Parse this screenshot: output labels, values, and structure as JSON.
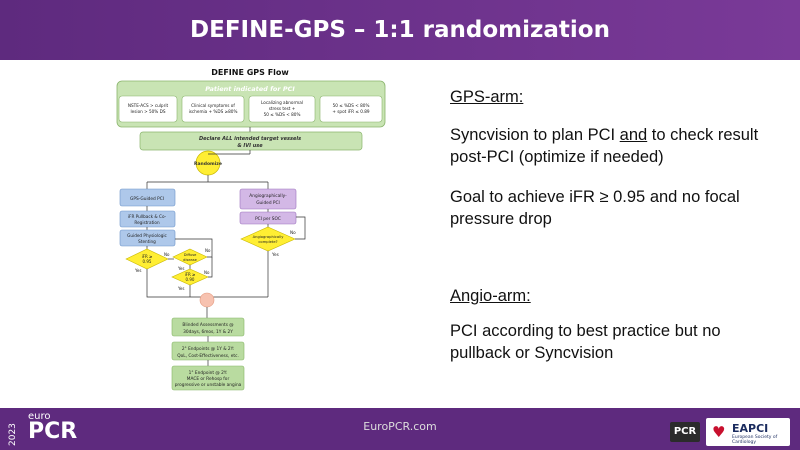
{
  "slide": {
    "title": "DEFINE-GPS – 1:1 randomization"
  },
  "flow": {
    "title": "DEFINE GPS Flow",
    "patient": "Patient indicated for PCI",
    "crit1": [
      "NSTE-ACS > culprit",
      "lesion > 50% DS"
    ],
    "crit2": [
      "Clinical symptoms of",
      "ischemia + %DS ≥80%"
    ],
    "crit3": [
      "Localizing abnormal",
      "stress test +",
      "50 ≤ %DS < 80%"
    ],
    "crit4": [
      "50 ≤ %DS < 80%",
      "+ spot iFR ≤ 0.89"
    ],
    "declare": [
      "Declare ALL intended target vessels",
      "& IVI use"
    ],
    "randomize": "Randomize",
    "gps_arm": "GPS-Guided PCI",
    "angio_arm": [
      "Angiographically-",
      "Guided PCI"
    ],
    "ifr_pullback": [
      "iFR Pullback & Co-",
      "Registration"
    ],
    "pci_soc": "PCI per SOC",
    "guided_stenting": [
      "Guided Physiologic",
      "Stenting"
    ],
    "angio_complete": [
      "Angiographically",
      "complete?"
    ],
    "ifr1": [
      "iFR ≥",
      "0.95"
    ],
    "diffuse": [
      "Diffuse",
      "disease"
    ],
    "ifr2": [
      "iFR ≥",
      "0.90"
    ],
    "yes": "Yes",
    "no": "No",
    "blinded": [
      "Blinded Assessments @",
      "30days, 6mos, 1Y & 2Y"
    ],
    "secondary": [
      "2° Endpoints @ 1Y & 2Y:",
      "QoL, Cost-Effectiveness, etc."
    ],
    "primary": [
      "1° Endpoint @ 2Y:",
      "MACE or Rehosp for",
      "progressive or unstable angina"
    ]
  },
  "text": {
    "gps_heading": "GPS-arm:",
    "gps_line1": "Syncvision to plan PCI ",
    "gps_and": "and",
    "gps_line1b": " to check result",
    "gps_line2": "post-PCI (optimize if needed)",
    "goal_line1": "Goal to achieve iFR ≥ 0.95 and no focal",
    "goal_line2": "pressure drop",
    "angio_heading": "Angio-arm:",
    "angio_line1": "PCI according to best practice but no",
    "angio_line2": "pullback or Syncvision"
  },
  "footer": {
    "url": "EuroPCR.com",
    "year": "2023",
    "euro": "euro",
    "pcr": "PCR",
    "pcr_badge": "PCR",
    "eapci": "EAPCI",
    "eapci_sub": "European Society of Cardiology"
  },
  "colors": {
    "purple": "#5e2a7e",
    "green_box": "#b9dba0",
    "blue_box": "#aec8ea",
    "purple_box": "#d3b8e6",
    "yellow": "#ffee33"
  }
}
